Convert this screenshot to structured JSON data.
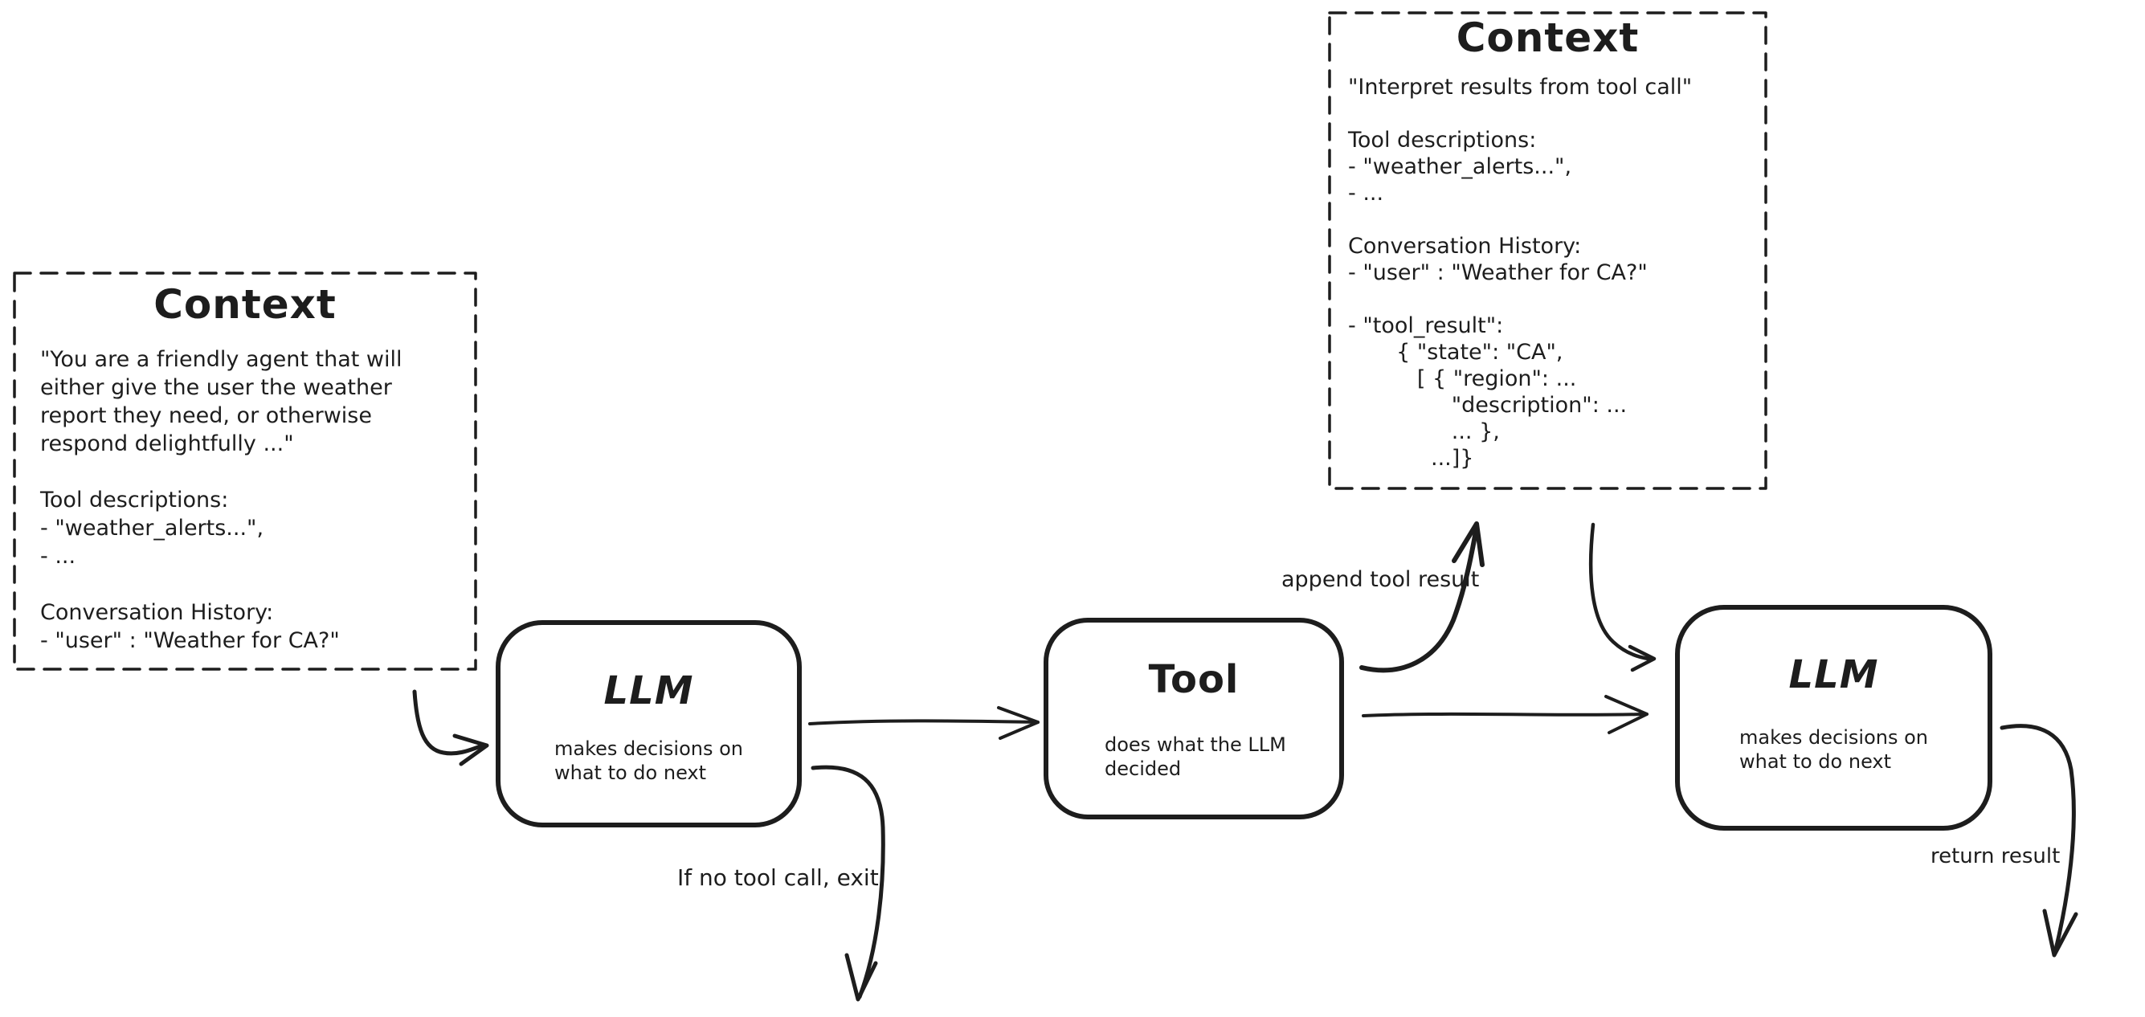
{
  "diagram": {
    "background": "#ffffff",
    "ink": "#1d1d1d",
    "context_left": {
      "title": "Context",
      "body": [
        "\"You are a friendly agent that will",
        "either give the user the weather",
        "report they need, or otherwise",
        "respond delightfully ...\"",
        "",
        "Tool descriptions:",
        "- \"weather_alerts...\",",
        "- ...",
        "",
        "Conversation History:",
        "- \"user\" : \"Weather for CA?\""
      ]
    },
    "context_right": {
      "title": "Context",
      "body": [
        "\"Interpret results from tool call\"",
        "",
        "Tool descriptions:",
        "- \"weather_alerts...\",",
        "- ...",
        "",
        "Conversation History:",
        "- \"user\" : \"Weather for CA?\"",
        "",
        "- \"tool_result\":",
        "       { \"state\": \"CA\",",
        "          [ { \"region\": ...",
        "               \"description\": ...",
        "               ... },",
        "            ...]}"
      ]
    },
    "llm_left": {
      "title": "LLM",
      "subtitle": [
        "makes decisions on",
        "what to do next"
      ]
    },
    "tool": {
      "title": "Tool",
      "subtitle": [
        "does what the LLM",
        "decided"
      ]
    },
    "llm_right": {
      "title": "LLM",
      "subtitle": [
        "makes decisions on",
        "what to do next"
      ]
    },
    "labels": {
      "append_tool_result": "append tool result",
      "if_no_tool_call_exit": "If no tool call, exit",
      "return_result": "return result"
    }
  }
}
